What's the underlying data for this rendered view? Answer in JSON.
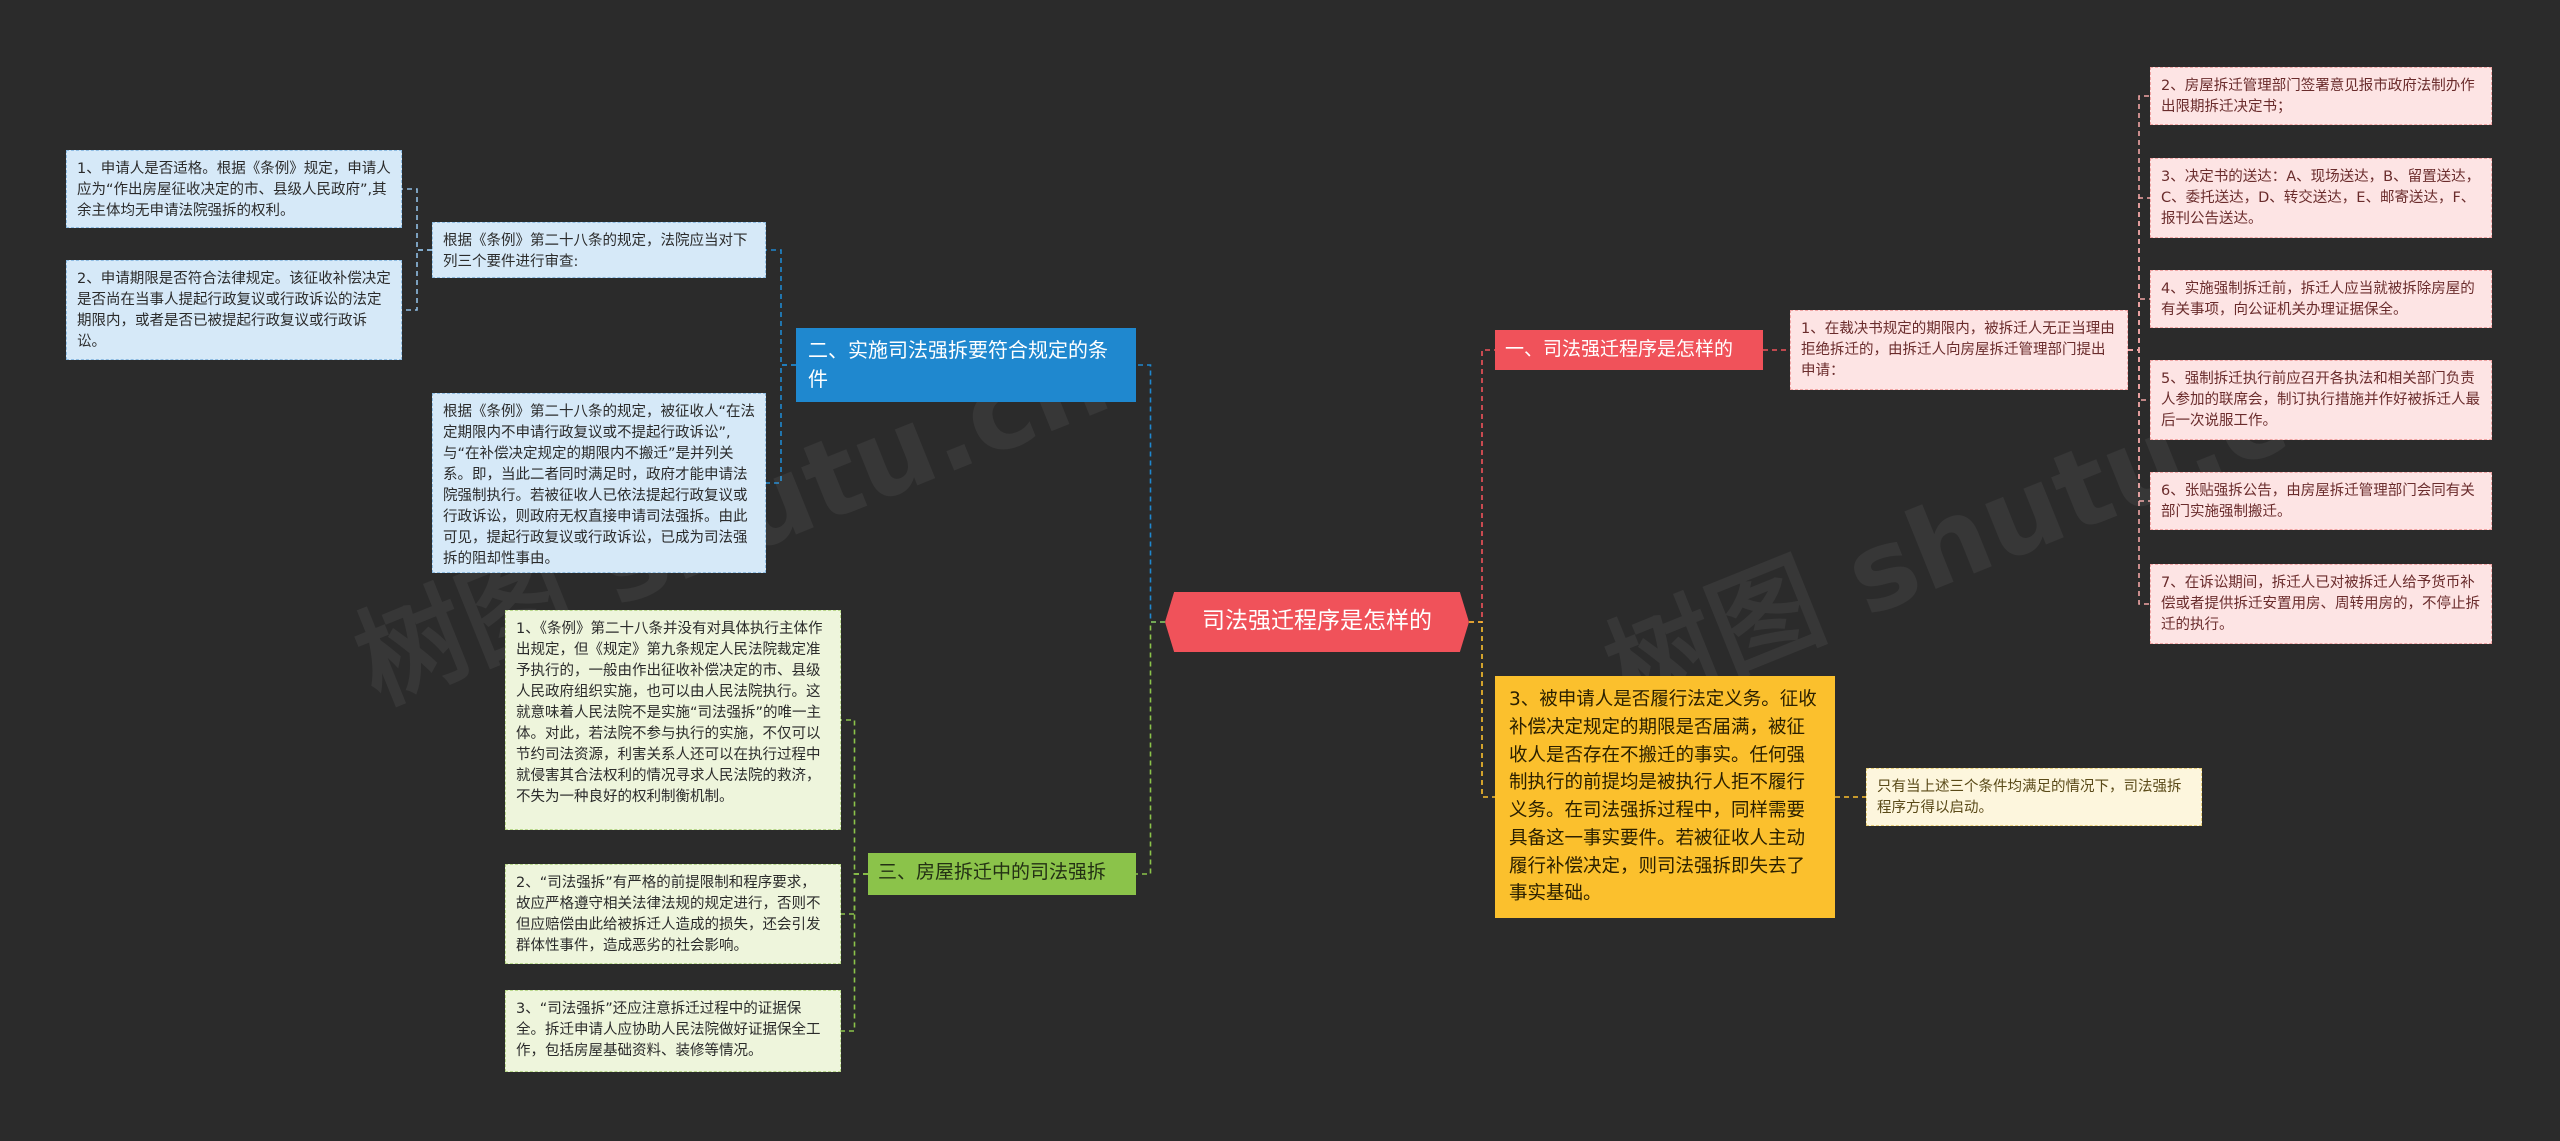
{
  "root": {
    "label": "司法强迁程序是怎样的"
  },
  "branches": {
    "b1": {
      "label": "一、司法强迁程序是怎样的"
    },
    "b2": {
      "label": "二、实施司法强拆要符合规定的条件"
    },
    "b3": {
      "label": "三、房屋拆迁中的司法强拆"
    },
    "b4": {
      "label": "3、被申请人是否履行法定义务。征收补偿决定规定的期限是否届满，被征收人是否存在不搬迁的事实。任何强制执行的前提均是被执行人拒不履行义务。在司法强拆过程中，同样需要具备这一事实要件。若被征收人主动履行补偿决定，则司法强拆即失去了事实基础。"
    }
  },
  "nodes": {
    "b1_sub": "1、在裁决书规定的期限内，被拆迁人无正当理由拒绝拆迁的，由拆迁人向房屋拆迁管理部门提出申请：",
    "b1_leaves": [
      "2、房屋拆迁管理部门签署意见报市政府法制办作出限期拆迁决定书；",
      "3、决定书的送达：A、现场送达，B、留置送达，C、委托送达，D、转交送达，E、邮寄送达，F、报刊公告送达。",
      "4、实施强制拆迁前，拆迁人应当就被拆除房屋的有关事项，向公证机关办理证据保全。",
      "5、强制拆迁执行前应召开各执法和相关部门负责人参加的联席会，制订执行措施并作好被拆迁人最后一次说服工作。",
      "6、张贴强拆公告，由房屋拆迁管理部门会同有关部门实施强制搬迁。",
      "7、在诉讼期间，拆迁人已对被拆迁人给予货币补偿或者提供拆迁安置用房、周转用房的，不停止拆迁的执行。"
    ],
    "b2_mid": [
      "根据《条例》第二十八条的规定，法院应当对下列三个要件进行审查:",
      "根据《条例》第二十八条的规定，被征收人“在法定期限内不申请行政复议或不提起行政诉讼”,与“在补偿决定规定的期限内不搬迁”是并列关系。即，当此二者同时满足时，政府才能申请法院强制执行。若被征收人已依法提起行政复议或行政诉讼，则政府无权直接申请司法强拆。由此可见，提起行政复议或行政诉讼，已成为司法强拆的阻却性事由。"
    ],
    "b2_leaves": [
      "1、申请人是否适格。根据《条例》规定，申请人应为“作出房屋征收决定的市、县级人民政府”,其余主体均无申请法院强拆的权利。",
      "2、申请期限是否符合法律规定。该征收补偿决定是否尚在当事人提起行政复议或行政诉讼的法定期限内，或者是否已被提起行政复议或行政诉讼。"
    ],
    "b3_leaves": [
      "1、《条例》第二十八条并没有对具体执行主体作出规定，但《规定》第九条规定人民法院裁定准予执行的，一般由作出征收补偿决定的市、县级人民政府组织实施，也可以由人民法院执行。这就意味着人民法院不是实施“司法强拆”的唯一主体。对此，若法院不参与执行的实施，不仅可以节约司法资源，利害关系人还可以在执行过程中就侵害其合法权利的情况寻求人民法院的救济，不失为一种良好的权利制衡机制。",
      "2、“司法强拆”有严格的前提限制和程序要求，故应严格遵守相关法律法规的规定进行，否则不但应赔偿由此给被拆迁人造成的损失，还会引发群体性事件，造成恶劣的社会影响。",
      "3、“司法强拆”还应注意拆迁过程中的证据保全。拆迁申请人应协助人民法院做好证据保全工作，包括房屋基础资料、装修等情况。"
    ],
    "b4_leaf": "只有当上述三个条件均满足的情况下，司法强拆程序方得以启动。"
  },
  "colors": {
    "background": "#2b2b2b",
    "root": "#f0525a",
    "blue": "#1f88cf",
    "red": "#f0525a",
    "green": "#8bc34a",
    "yellow": "#fbc02d"
  }
}
